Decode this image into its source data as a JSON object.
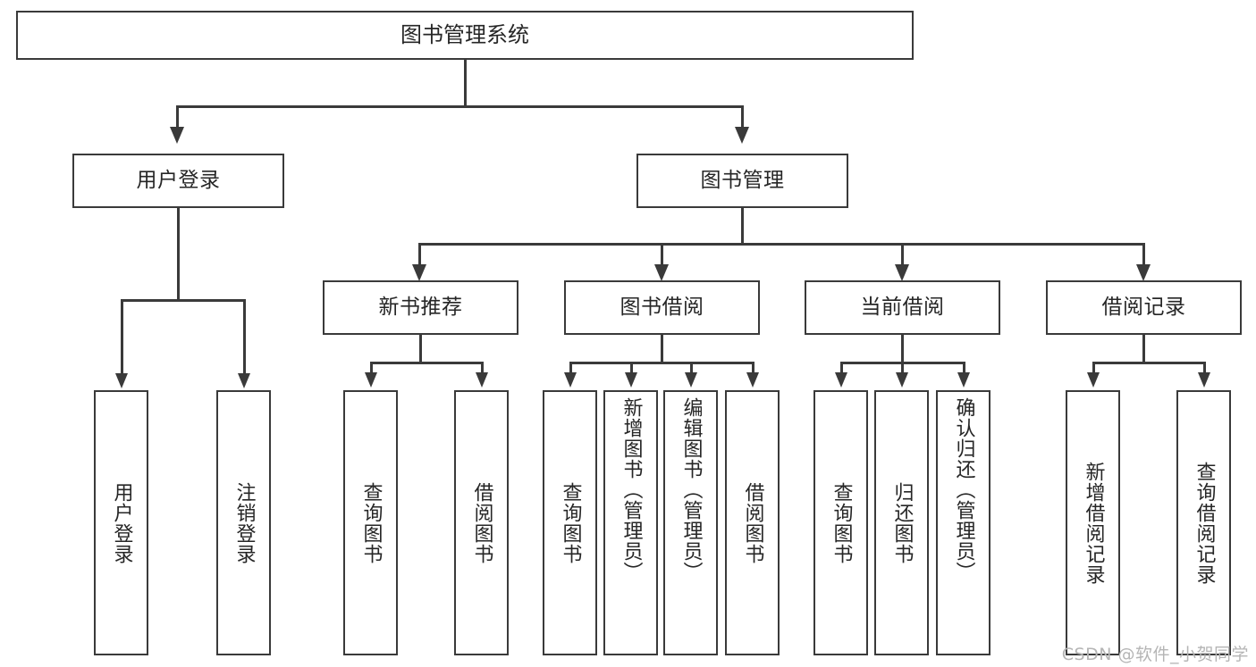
{
  "diagram": {
    "type": "tree-hierarchy",
    "title": "图书管理系统",
    "orientation": "top-down",
    "colors": {
      "box_border": "#3a3a3a",
      "box_fill": "#ffffff",
      "connector": "#3a3a3a",
      "text": "#262626",
      "watermark": "#b5b5b5",
      "background": "#ffffff"
    }
  },
  "root": {
    "label": "图书管理系统"
  },
  "level2": [
    {
      "label": "用户登录"
    },
    {
      "label": "图书管理"
    }
  ],
  "level3": [
    {
      "label": "新书推荐"
    },
    {
      "label": "图书借阅"
    },
    {
      "label": "当前借阅"
    },
    {
      "label": "借阅记录"
    }
  ],
  "leaves": {
    "user_login": [
      {
        "label": "用户登录"
      },
      {
        "label": "注销登录"
      }
    ],
    "new_book_recommend": [
      {
        "label": "查询图书"
      },
      {
        "label": "借阅图书"
      }
    ],
    "book_borrow": [
      {
        "label": "查询图书"
      },
      {
        "label": "新增图书（管理员）"
      },
      {
        "label": "编辑图书（管理员）"
      },
      {
        "label": "借阅图书"
      }
    ],
    "current_borrow": [
      {
        "label": "查询图书"
      },
      {
        "label": "归还图书"
      },
      {
        "label": "确认归还（管理员）"
      }
    ],
    "borrow_record": [
      {
        "label": "新增借阅记录"
      },
      {
        "label": "查询借阅记录"
      }
    ]
  },
  "watermark": {
    "text": "CSDN @软件_小贺同学"
  }
}
